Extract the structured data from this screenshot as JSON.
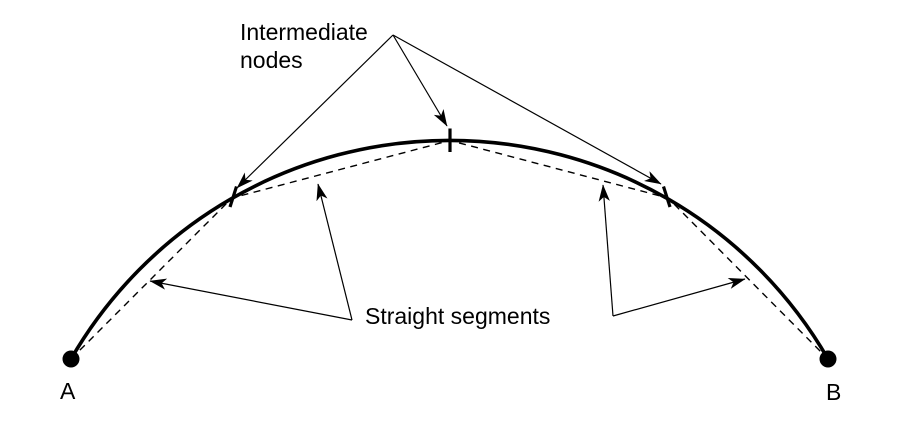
{
  "figure": {
    "background_color": "#ffffff",
    "ink_color": "#000000",
    "labels": {
      "intermediate_nodes": {
        "line1": "Intermediate",
        "line2": "nodes"
      },
      "straight_segments": "Straight segments",
      "endpoint_a": "A",
      "endpoint_b": "B"
    },
    "content": {
      "intermediate_node_count": 3,
      "straight_segment_count": 4,
      "curve_endpoints": [
        "A",
        "B"
      ]
    }
  }
}
